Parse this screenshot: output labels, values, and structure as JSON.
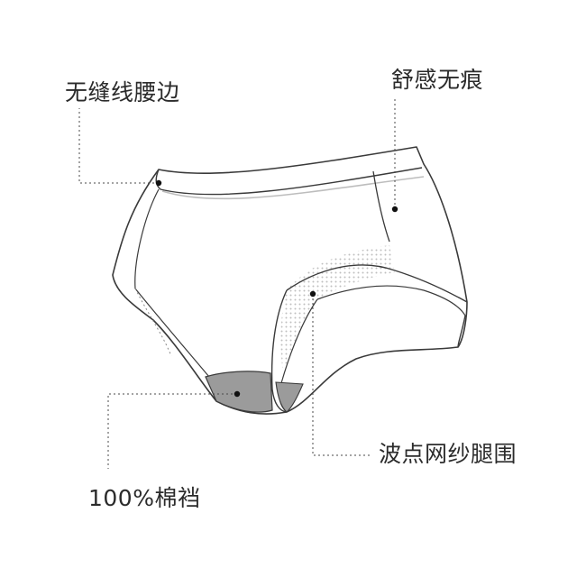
{
  "callouts": {
    "waistband": "无缝线腰边",
    "seamless": "舒感无痕",
    "mesh_leg": "波点网纱腿围",
    "cotton_crotch": "100%棉裆"
  },
  "colors": {
    "outline": "#3a3a3a",
    "waistband_line": "#bdbdbd",
    "gusset_fill": "#9b9b9b",
    "mesh_dot": "#bfbfbf",
    "leader": "#4a4a4a",
    "label_text": "#2b2b2b"
  }
}
